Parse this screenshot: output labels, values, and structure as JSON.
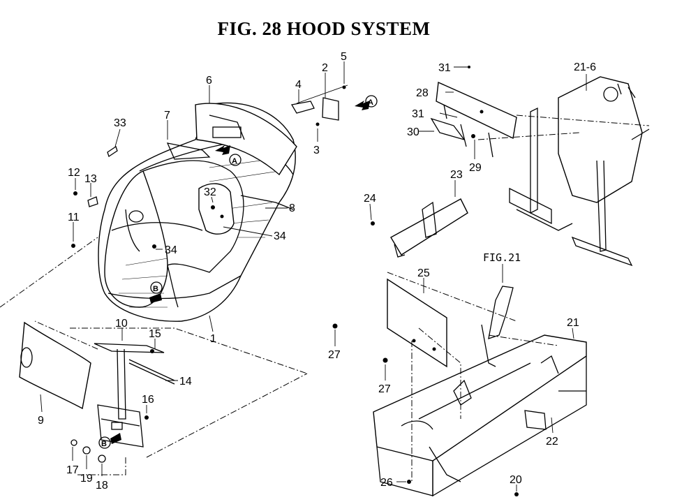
{
  "title": "FIG. 28  HOOD SYSTEM",
  "callouts": [
    {
      "id": "c1",
      "text": "1"
    },
    {
      "id": "c2",
      "text": "2"
    },
    {
      "id": "c3",
      "text": "3"
    },
    {
      "id": "c4",
      "text": "4"
    },
    {
      "id": "c5",
      "text": "5"
    },
    {
      "id": "c6",
      "text": "6"
    },
    {
      "id": "c7",
      "text": "7"
    },
    {
      "id": "c8",
      "text": "8"
    },
    {
      "id": "c9",
      "text": "9"
    },
    {
      "id": "c10",
      "text": "10"
    },
    {
      "id": "c11",
      "text": "11"
    },
    {
      "id": "c12",
      "text": "12"
    },
    {
      "id": "c13",
      "text": "13"
    },
    {
      "id": "c14",
      "text": "14"
    },
    {
      "id": "c15",
      "text": "15"
    },
    {
      "id": "c16",
      "text": "16"
    },
    {
      "id": "c17",
      "text": "17"
    },
    {
      "id": "c18",
      "text": "18"
    },
    {
      "id": "c19",
      "text": "19"
    },
    {
      "id": "c20",
      "text": "20"
    },
    {
      "id": "c21",
      "text": "21"
    },
    {
      "id": "c21_6",
      "text": "21-6"
    },
    {
      "id": "c22",
      "text": "22"
    },
    {
      "id": "c23",
      "text": "23"
    },
    {
      "id": "c24",
      "text": "24"
    },
    {
      "id": "c25",
      "text": "25"
    },
    {
      "id": "c26",
      "text": "26"
    },
    {
      "id": "c27a",
      "text": "27"
    },
    {
      "id": "c27b",
      "text": "27"
    },
    {
      "id": "c28",
      "text": "28"
    },
    {
      "id": "c29",
      "text": "29"
    },
    {
      "id": "c30",
      "text": "30"
    },
    {
      "id": "c31a",
      "text": "31"
    },
    {
      "id": "c31b",
      "text": "31"
    },
    {
      "id": "c32",
      "text": "32"
    },
    {
      "id": "c33",
      "text": "33"
    },
    {
      "id": "c34a",
      "text": "34"
    },
    {
      "id": "c34b",
      "text": "34"
    },
    {
      "id": "fig21",
      "text": "FIG.21"
    }
  ],
  "markers": {
    "a": "A",
    "b": "B"
  }
}
